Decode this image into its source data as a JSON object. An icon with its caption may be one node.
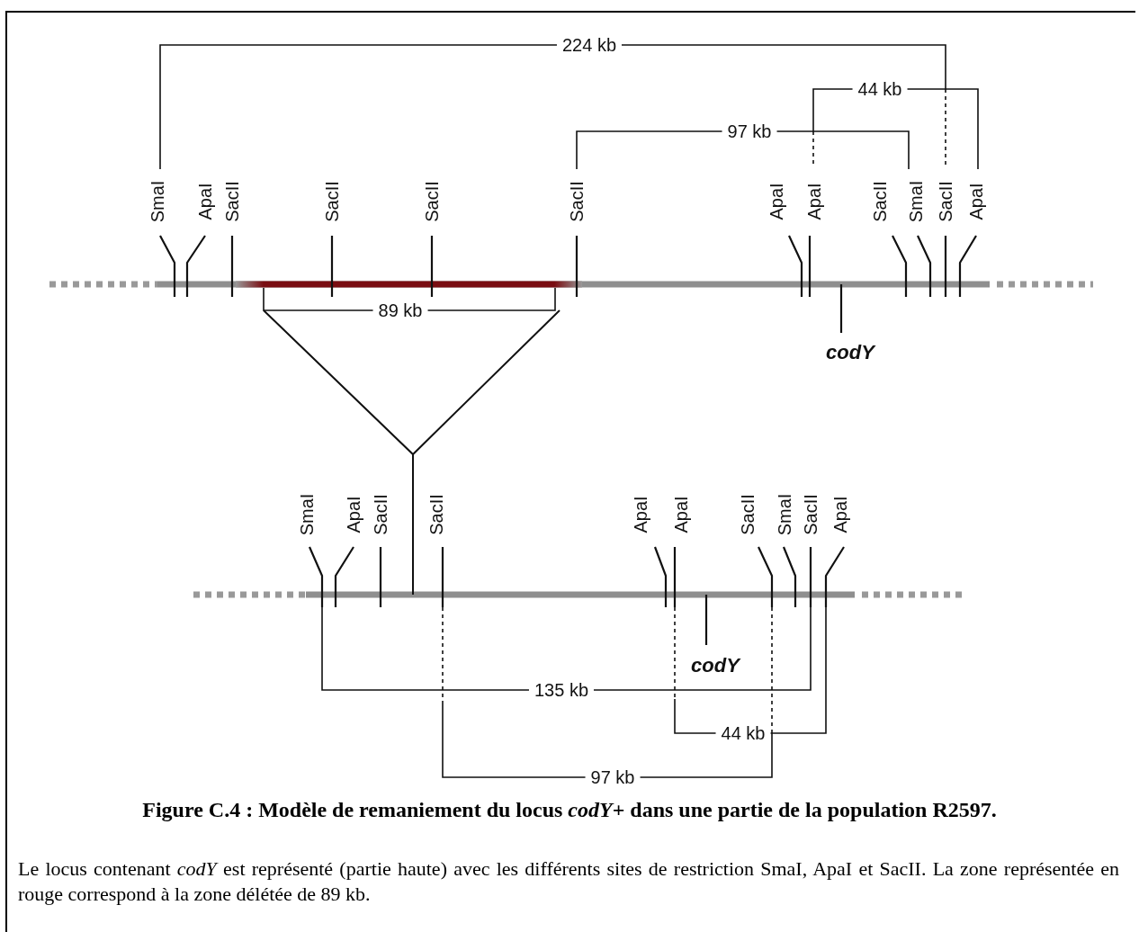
{
  "diagram": {
    "title": "Figure C.4 : Modèle de remaniement du locus *codY*+ dans une partie de la population R2597.",
    "caption": "Le locus contenant *codY* est représenté (partie haute) avec les différents sites de restriction SmaI, ApaI et SacII. La zone représentée en rouge correspond à la zone délétée de 89 kb.",
    "labels": [
      "224 kb",
      "44 kb",
      "97 kb",
      "SmaI",
      "ApaI",
      "SacII",
      "SacII",
      "SacII",
      "SacII",
      "ApaI",
      "ApaI",
      "SacII",
      "SmaI",
      "SacII",
      "ApaI",
      "89 kb",
      "codY",
      "SmaI",
      "ApaI",
      "SacII",
      "SacII",
      "ApaI",
      "ApaI",
      "SacII",
      "SmaI",
      "SacII",
      "ApaI",
      "codY",
      "135 kb",
      "44 kb",
      "97 kb"
    ]
  }
}
